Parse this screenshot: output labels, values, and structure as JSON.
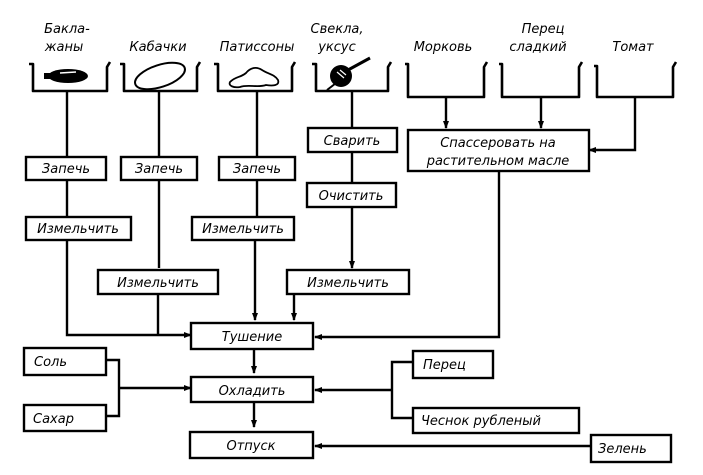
{
  "diagram": {
    "title": "",
    "ingredients": [
      {
        "id": "eggplant",
        "label_lines": [
          "Баклa-",
          "жаны"
        ],
        "icon": "eggplant-icon"
      },
      {
        "id": "zucchini",
        "label_lines": [
          "Кабачки"
        ],
        "icon": "zucchini-icon"
      },
      {
        "id": "pattypan",
        "label_lines": [
          "Патиссоны"
        ],
        "icon": "pattypan-squash-icon"
      },
      {
        "id": "beet",
        "label_lines": [
          "Свекла,",
          "уксус"
        ],
        "icon": "beet-icon"
      },
      {
        "id": "carrot",
        "label_lines": [
          "Морковь"
        ],
        "icon": ""
      },
      {
        "id": "sweet_pepper",
        "label_lines": [
          "Перец",
          "сладкий"
        ],
        "icon": ""
      },
      {
        "id": "tomato",
        "label_lines": [
          "Томат"
        ],
        "icon": ""
      }
    ],
    "steps": {
      "bake_1": "Запечь",
      "bake_2": "Запечь",
      "bake_3": "Запечь",
      "boil": "Сварить",
      "peel": "Очистить",
      "saute_line1": "Спассеровать   на",
      "saute_line2": "растительном масле",
      "chop_1": "Измельчить",
      "chop_2": "Измельчить",
      "chop_3": "Измельчить",
      "chop_4": "Измельчить",
      "stew": "Тушение",
      "cool": "Охладить",
      "serve": "Отпуск"
    },
    "additions": {
      "salt": "Соль",
      "sugar": "Сахар",
      "pepper": "Перец",
      "garlic": "Чеснок рубленый",
      "greens": "Зелень"
    },
    "edges": [
      [
        "eggplant",
        "bake_1"
      ],
      [
        "bake_1",
        "chop_1"
      ],
      [
        "chop_1",
        "stew"
      ],
      [
        "zucchini",
        "bake_2"
      ],
      [
        "bake_2",
        "chop_2"
      ],
      [
        "chop_2",
        "stew"
      ],
      [
        "pattypan",
        "bake_3"
      ],
      [
        "bake_3",
        "chop_3"
      ],
      [
        "chop_3",
        "stew"
      ],
      [
        "beet",
        "boil"
      ],
      [
        "boil",
        "peel"
      ],
      [
        "peel",
        "chop_4"
      ],
      [
        "chop_4",
        "stew"
      ],
      [
        "carrot",
        "saute"
      ],
      [
        "sweet_pepper",
        "saute"
      ],
      [
        "tomato",
        "saute"
      ],
      [
        "saute",
        "stew"
      ],
      [
        "stew",
        "cool"
      ],
      [
        "salt",
        "cool"
      ],
      [
        "sugar",
        "cool"
      ],
      [
        "pepper",
        "cool"
      ],
      [
        "garlic",
        "cool"
      ],
      [
        "cool",
        "serve"
      ],
      [
        "greens",
        "serve"
      ]
    ]
  }
}
